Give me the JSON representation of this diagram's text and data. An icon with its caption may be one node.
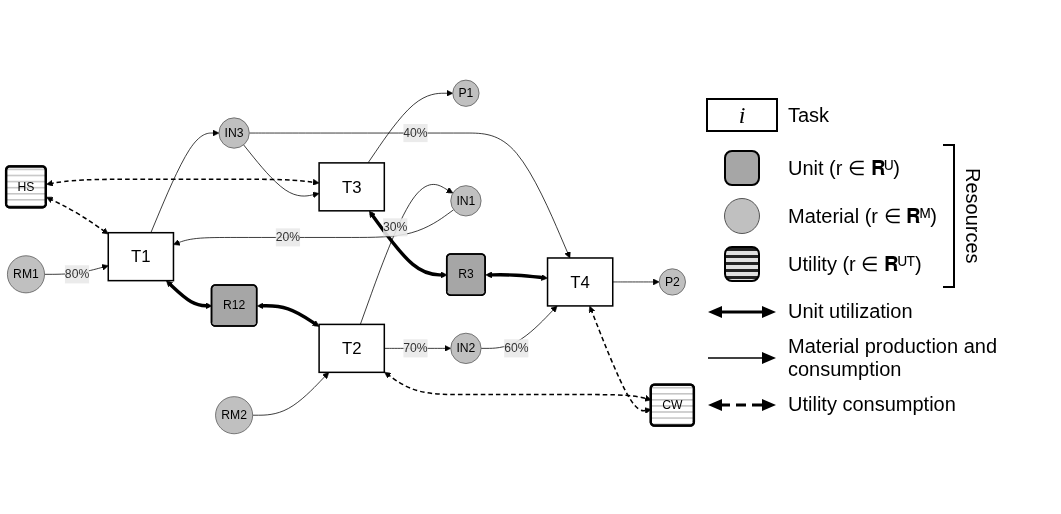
{
  "diagram": {
    "nodes": [
      {
        "text": [
          "HS"
        ]
      },
      {
        "text": [
          "RM1"
        ]
      },
      {
        "text": [
          "T1"
        ]
      },
      {
        "text": [
          "IN3"
        ]
      },
      {
        "text": [
          "T3"
        ]
      },
      {
        "text": [
          "P1"
        ]
      },
      {
        "text": [
          "R12"
        ]
      },
      {
        "text": [
          "R3"
        ]
      },
      {
        "text": [
          "IN1"
        ]
      },
      {
        "text": [
          "RM2"
        ]
      },
      {
        "text": [
          "T2"
        ]
      },
      {
        "text": [
          "IN2"
        ]
      },
      {
        "text": [
          "T4"
        ]
      },
      {
        "text": [
          "P2"
        ]
      },
      {
        "text": [
          "CW"
        ]
      }
    ],
    "edges": [
      {
        "from": 0,
        "to": 2,
        "arrow": "both",
        "style": "dashed"
      },
      {
        "from": 0,
        "to": 4,
        "arrow": "both",
        "style": "dashed"
      },
      {
        "from": 1,
        "to": 2,
        "arrow": "to",
        "label": "80%"
      },
      {
        "from": 2,
        "to": 3,
        "arrow": "to"
      },
      {
        "from": 3,
        "to": 4,
        "arrow": "to"
      },
      {
        "from": 4,
        "to": 5,
        "arrow": "to"
      },
      {
        "from": 2,
        "to": 6,
        "arrow": "both",
        "style": "thick"
      },
      {
        "from": 4,
        "to": 7,
        "arrow": "both",
        "style": "thick"
      },
      {
        "from": 8,
        "to": 2,
        "arrow": "to",
        "label": "20%"
      },
      {
        "from": 3,
        "to": 12,
        "arrow": "to",
        "label": "40%"
      },
      {
        "from": 6,
        "to": 10,
        "arrow": "both",
        "style": "thick"
      },
      {
        "from": 7,
        "to": 12,
        "arrow": "both",
        "style": "thick"
      },
      {
        "from": 10,
        "to": 8,
        "arrow": "to",
        "label": "30%"
      },
      {
        "from": 9,
        "to": 10,
        "arrow": "to"
      },
      {
        "from": 10,
        "to": 11,
        "arrow": "to",
        "label": "70%"
      },
      {
        "from": 11,
        "to": 12,
        "arrow": "to",
        "label": "60%"
      },
      {
        "from": 12,
        "to": 13,
        "arrow": "to"
      },
      {
        "from": 10,
        "to": 14,
        "arrow": "both",
        "style": "dashed"
      },
      {
        "from": 12,
        "to": 14,
        "arrow": "both",
        "style": "dashed"
      }
    ],
    "labels": [
      "i",
      "Resources"
    ],
    "legend": [
      {
        "text": "Task"
      },
      {
        "text": "Unit (r ∈ 𝐑ᵁ)",
        "color": "#a6a6a6"
      },
      {
        "text": "Material (r ∈ 𝐑ᴹ)",
        "color": "#c0c0c0"
      },
      {
        "text": "Utility (r ∈ 𝐑ᵁᵀ)"
      },
      {
        "text": "Unit utilization"
      },
      {
        "text": "Material production and consumption"
      },
      {
        "text": "Utility consumption"
      }
    ]
  }
}
